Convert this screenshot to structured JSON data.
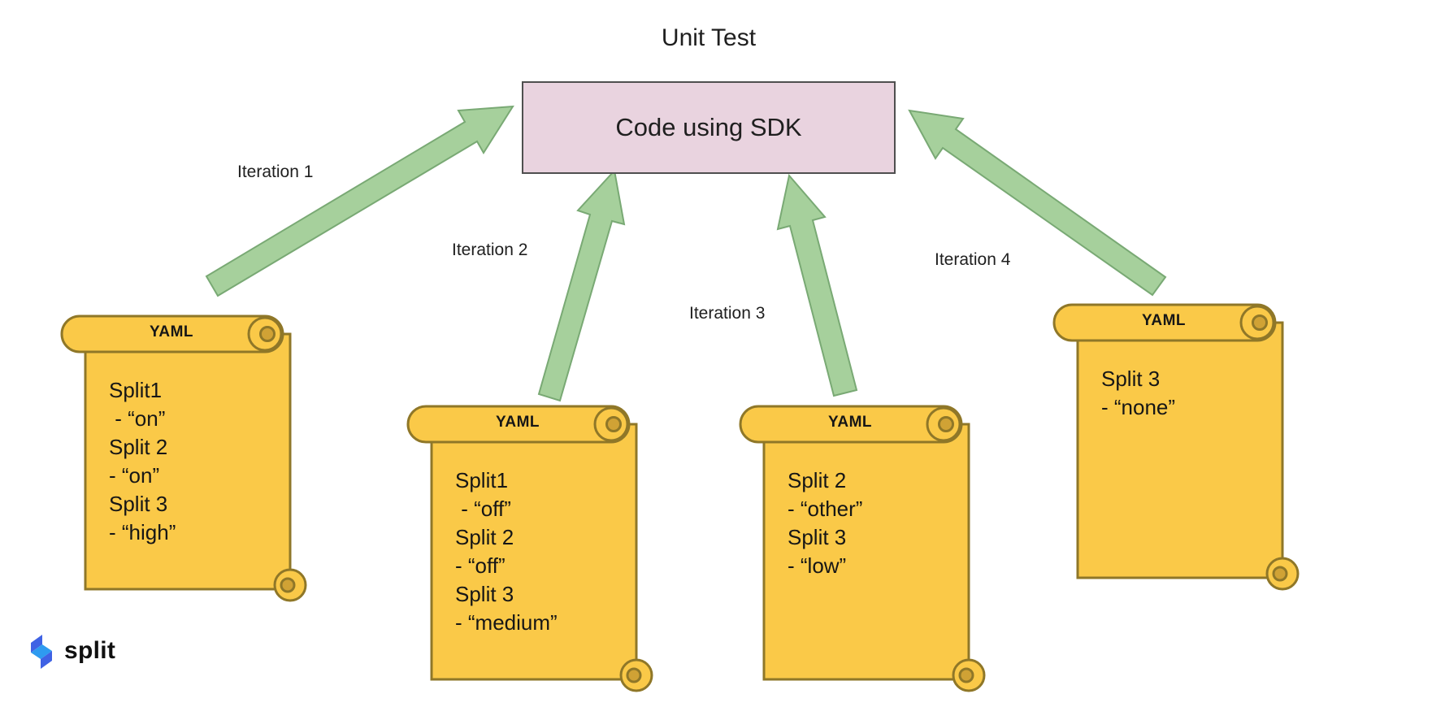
{
  "title": "Unit Test",
  "sdk_box": {
    "label": "Code using SDK"
  },
  "iterations": [
    {
      "label": "Iteration 1"
    },
    {
      "label": "Iteration 2"
    },
    {
      "label": "Iteration 3"
    },
    {
      "label": "Iteration 4"
    }
  ],
  "scrolls": [
    {
      "header": "YAML",
      "lines": [
        "Split1",
        " - “on”",
        "Split 2",
        "- “on”",
        "Split 3",
        "- “high”"
      ]
    },
    {
      "header": "YAML",
      "lines": [
        "Split1",
        " - “off”",
        "Split 2",
        "- “off”",
        "Split 3",
        "- “medium”"
      ]
    },
    {
      "header": "YAML",
      "lines": [
        "Split 2",
        "- “other”",
        "Split 3",
        "- “low”"
      ]
    },
    {
      "header": "YAML",
      "lines": [
        "Split 3",
        "- “none”"
      ]
    }
  ],
  "logo": {
    "label": "split"
  },
  "colors": {
    "scroll_fill": "#fac948",
    "scroll_stroke": "#8f7728",
    "scroll_curl_fill": "#d0a235",
    "arrow_fill": "#a6d09c",
    "arrow_stroke": "#79a974",
    "box_fill": "#e9d3df",
    "box_stroke": "#4f4f4f",
    "logo_blue_dark": "#3f62e4",
    "logo_blue_light": "#2e9bf0"
  }
}
